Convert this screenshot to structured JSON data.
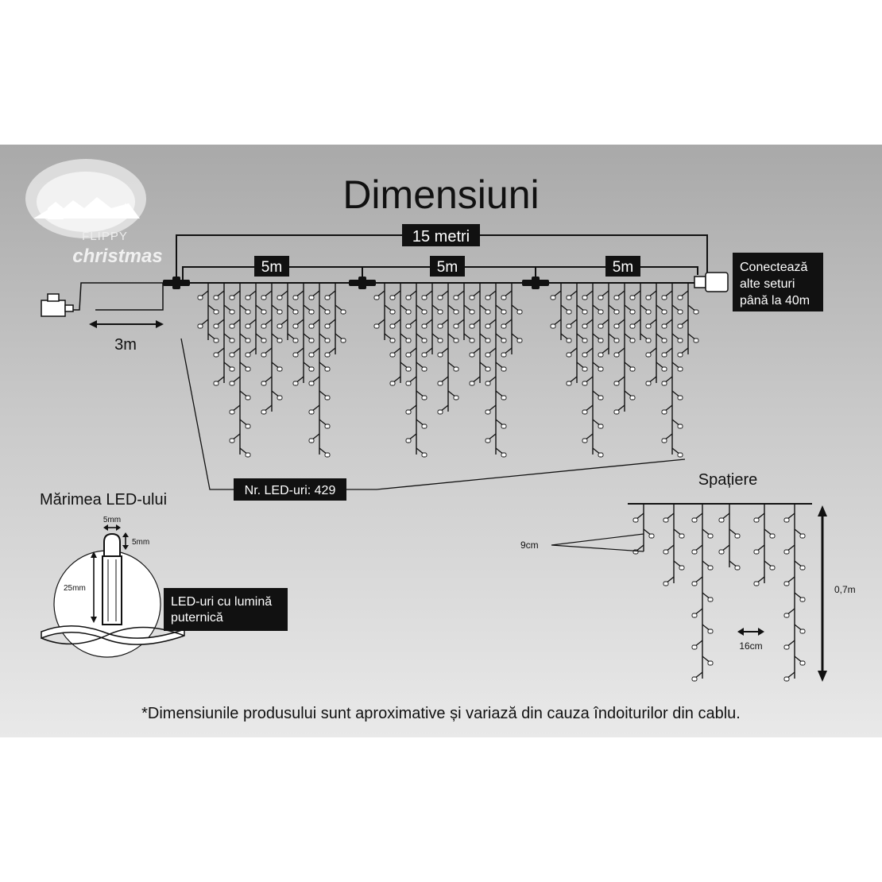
{
  "title": "Dimensiuni",
  "logo": {
    "line1": "FLIPPY",
    "line2": "christmas"
  },
  "total_length": "15 metri",
  "segments": [
    "5m",
    "5m",
    "5m"
  ],
  "lead_cable": "3m",
  "connect_note": [
    "Conectează",
    "alte seturi",
    "până la 40m"
  ],
  "led_count": "Nr. LED-uri: 429",
  "led_size": {
    "title": "Mărimea LED-ului",
    "width": "5mm",
    "cap": "5mm",
    "height": "25mm",
    "note": [
      "LED-uri cu lumină",
      "puternică"
    ]
  },
  "spacing": {
    "title": "Spațiere",
    "vertical": "9cm",
    "horizontal": "16cm",
    "drop": "0,7m"
  },
  "footnote": "*Dimensiunile produsului sunt aproximative și variază din cauza îndoiturilor din cablu.",
  "colors": {
    "panel_top": "#a9a9a9",
    "panel_bottom": "#e9e9e9",
    "line": "#111111",
    "box": "#111111",
    "led": "#ffffff"
  }
}
